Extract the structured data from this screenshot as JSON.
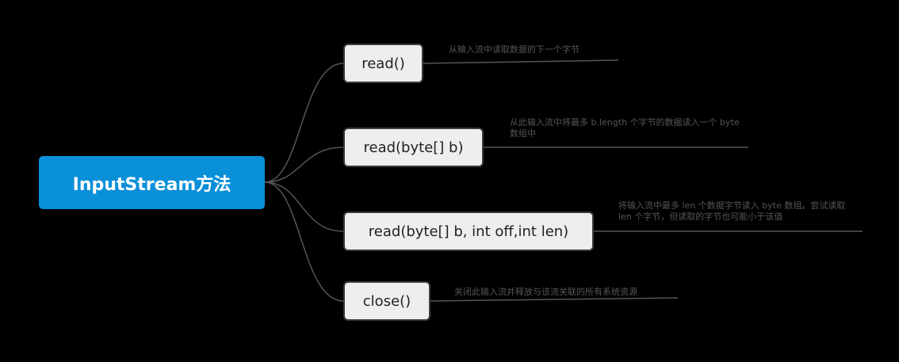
{
  "root": {
    "label": "InputStream方法"
  },
  "methods": [
    {
      "label": "read()",
      "note": "从输入流中读取数据的下一个字节"
    },
    {
      "label": "read(byte[] b)",
      "note": "从此输入流中将最多 b.length 个字节的数据读入一个 byte 数组中"
    },
    {
      "label": "read(byte[] b, int off,int len)",
      "note": "将输入流中最多 len 个数据字节读入 byte 数组。尝试读取 len 个字节，但读取的字节也可能小于该值"
    },
    {
      "label": "close()",
      "note": "关闭此输入流并释放与该流关联的所有系统资源"
    }
  ],
  "colors": {
    "root": "#0a8fd9",
    "node_fill": "#eeeeee",
    "node_border": "#3a3a3a",
    "line": "#555555"
  }
}
